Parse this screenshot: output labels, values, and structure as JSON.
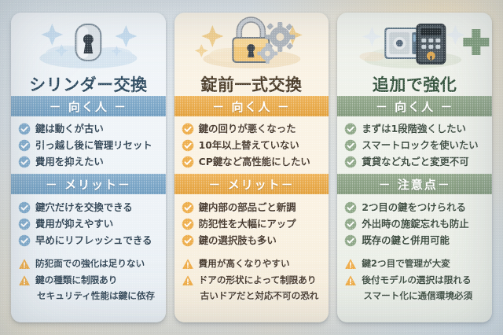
{
  "cards": [
    {
      "theme": "blue",
      "accent": "#6f9dc0",
      "title": "シリンダー交換",
      "icon_name": "cylinder-lock-illustration",
      "pros_band": "－ 向く人 －",
      "pros": [
        "鍵は動くが古い",
        "引っ越し後に管理リセット",
        "費用を抑えたい"
      ],
      "merits_band": "－ メリット－",
      "merits": [
        "鍵穴だけを交換できる",
        "費用が抑えやすい",
        "早めにリフレッシュできる"
      ],
      "warnings": [
        "防犯面での強化は足りない",
        "鍵の種類に制限あり"
      ],
      "note": "セキュリティ性能は鍵に依存"
    },
    {
      "theme": "amber",
      "accent": "#e2a03b",
      "title": "錠前一式交換",
      "icon_name": "padlock-gears-illustration",
      "pros_band": "－ 向く人 －",
      "pros": [
        "鍵の回りが悪くなった",
        "10年以上替えていない",
        "CP鍵など高性能にしたい"
      ],
      "merits_band": "－ メリット－",
      "merits": [
        "鍵内部の部品ごと新調",
        "防犯性を大幅にアップ",
        "鍵の選択肢も多い"
      ],
      "warnings": [
        "費用が高くなりやすい",
        "ドアの形状によって制限あり"
      ],
      "note": "古いドアだと対応不可の恐れ"
    },
    {
      "theme": "green",
      "accent": "#81987b",
      "title": "追加で強化",
      "icon_name": "smart-lock-plus-illustration",
      "pros_band": "－ 向く人 －",
      "pros": [
        "まずは1段階強くしたい",
        "スマートロックを使いたい",
        "賃貸など丸ごと変更不可"
      ],
      "merits_band": "－ 注意点－",
      "merits": [
        "2つ目の鍵をつけられる",
        "外出時の施錠忘れも防止",
        "既存の鍵と併用可能"
      ],
      "warnings": [
        "鍵2つ目で管理が大変",
        "後付モデルの選択は限れる"
      ],
      "note": "スマート化に通信環境必須"
    }
  ],
  "icons": {
    "check": "check-circle-icon",
    "warn": "warning-triangle-icon"
  }
}
